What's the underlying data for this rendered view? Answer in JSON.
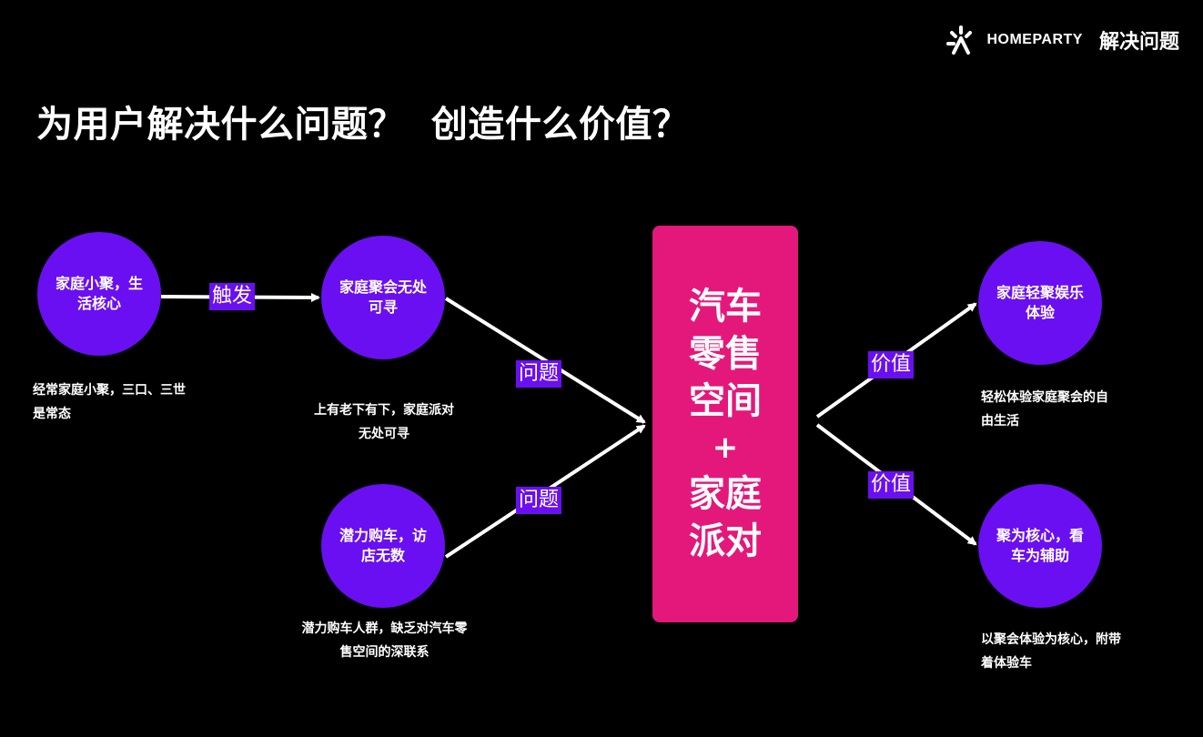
{
  "brand": {
    "name": "HOMEPARTY",
    "tag": "解决问题",
    "logo_icon": "homeparty-spark-logo"
  },
  "title": "为用户解决什么问题？  创造什么价值？",
  "nodes": {
    "family_gathering": {
      "label": "家庭小聚，生活核心",
      "note": "经常家庭小聚，三口、三世是常态"
    },
    "no_venue": {
      "label": "家庭聚会无处可寻",
      "note": "上有老下有下，家庭派对无处可寻"
    },
    "car_buyers": {
      "label": "潜力购车，访店无数",
      "note": "潜力购车人群，缺乏对汽车零售空间的深联系"
    },
    "easy_entertainment": {
      "label": "家庭轻聚娱乐体验",
      "note": "轻松体验家庭聚会的自由生活"
    },
    "gathering_core": {
      "label": "聚为核心，看车为辅助",
      "note": "以聚会体验为核心，附带着体验车"
    }
  },
  "edges": {
    "trigger": "触发",
    "problem": "问题",
    "value": "价值"
  },
  "center": {
    "top": "汽车零售空间",
    "plus": "+",
    "bottom": "家庭派对"
  },
  "colors": {
    "node": "#6a0ff1",
    "center": "#e4187b",
    "background": "#000000",
    "arrow": "#ffffff"
  }
}
